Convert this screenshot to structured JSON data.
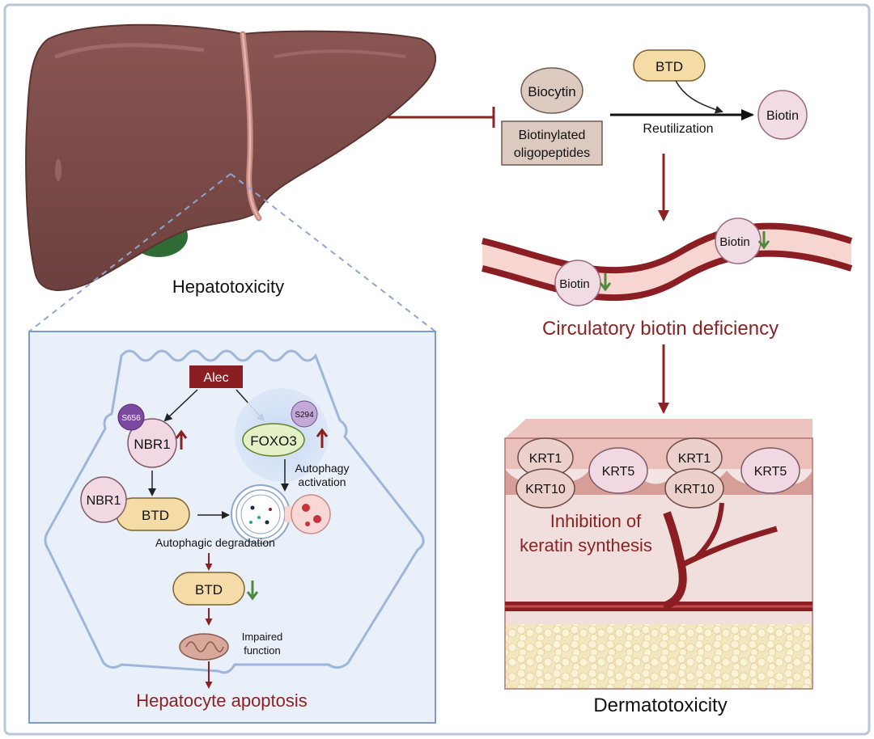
{
  "liver_section": {
    "title": "Hepatotoxicity"
  },
  "biotin_pathway": {
    "biocytin": "Biocytin",
    "oligopeptides_line1": "Biotinylated",
    "oligopeptides_line2": "oligopeptides",
    "btd": "BTD",
    "biotin": "Biotin",
    "reutilization": "Reutilization"
  },
  "vessel": {
    "biotin_label_1": "Biotin",
    "biotin_label_2": "Biotin",
    "caption": "Circulatory biotin deficiency"
  },
  "hepatocyte": {
    "alec": "Alec",
    "s656": "S656",
    "nbr1": "NBR1",
    "s294": "S294",
    "foxo3": "FOXO3",
    "autophagy_line1": "Autophagy",
    "autophagy_line2": "activation",
    "nbr1_complex": "NBR1",
    "btd_complex": "BTD",
    "autophagic_degradation": "Autophagic degradation",
    "btd_reduced": "BTD",
    "impaired_line1": "Impaired",
    "impaired_line2": "function",
    "apoptosis": "Hepatocyte apoptosis"
  },
  "skin": {
    "krt1_a": "KRT1",
    "krt10_a": "KRT10",
    "krt5_a": "KRT5",
    "krt1_b": "KRT1",
    "krt10_b": "KRT10",
    "krt5_b": "KRT5",
    "inhibition_line1": "Inhibition of",
    "inhibition_line2": "keratin synthesis",
    "title": "Dermatotoxicity"
  },
  "colors": {
    "dark_red": "#8b2323",
    "liver": "#7a4a48",
    "up_arrow": "#8b2020",
    "down_arrow": "#4e8a3e",
    "cell_border": "#a8bde0"
  }
}
